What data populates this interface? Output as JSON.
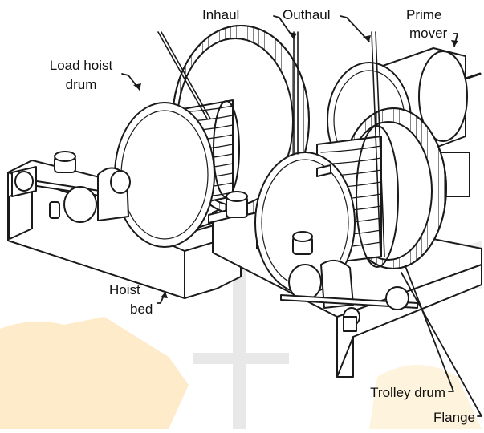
{
  "labels": {
    "inhaul": "Inhaul",
    "outhaul": "Outhaul",
    "prime_mover_1": "Prime",
    "prime_mover_2": "mover",
    "load_hoist_drum_1": "Load hoist",
    "load_hoist_drum_2": "drum",
    "hoist_bed_1": "Hoist",
    "hoist_bed_2": "bed",
    "trolley_drum": "Trolley drum",
    "flange": "Flange"
  },
  "colors": {
    "line": "#1a1a1a",
    "watermark_orange": "#fde9c4",
    "watermark_gray": "#e2e2e2"
  }
}
